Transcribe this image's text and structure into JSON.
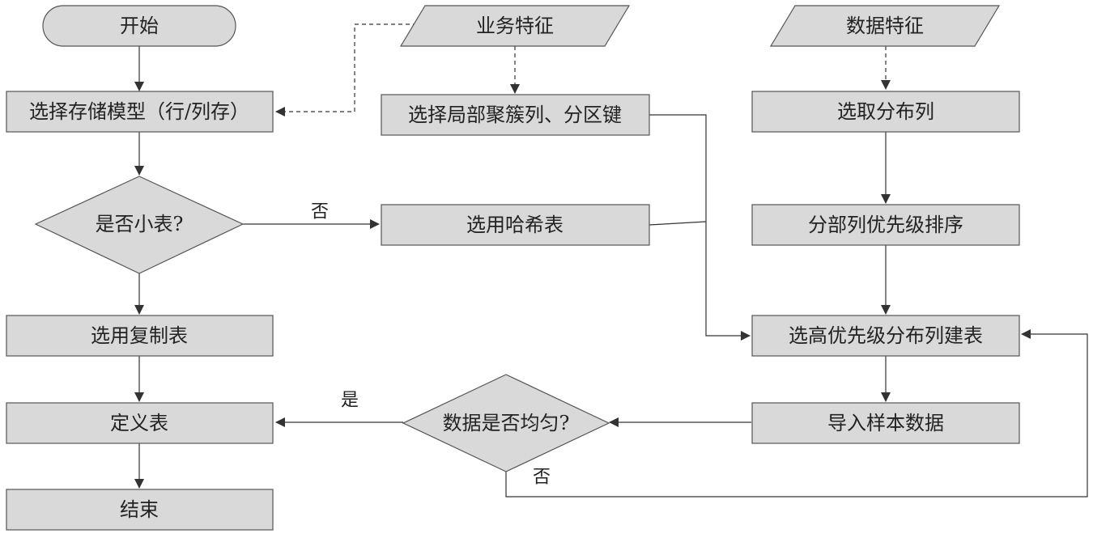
{
  "nodes": {
    "start": "开始",
    "biz_feature": "业务特征",
    "data_feature": "数据特征",
    "choose_storage": "选择存储模型（行/列存）",
    "choose_cluster": "选择局部聚簇列、分区键",
    "choose_dist_col": "选取分布列",
    "is_small_table": "是否小表?",
    "use_hash": "选用哈希表",
    "rank_dist": "分部列优先级排序",
    "use_replica": "选用复制表",
    "build_table": "选高优先级分布列建表",
    "define_table": "定义表",
    "data_uniform": "数据是否均匀?",
    "import_sample": "导入样本数据",
    "end": "结束"
  },
  "edges": {
    "no_small": "否",
    "yes_uniform": "是",
    "no_uniform": "否"
  },
  "colors": {
    "node_fill": "#d9d9d9",
    "node_stroke": "#555555",
    "line": "#333333"
  }
}
